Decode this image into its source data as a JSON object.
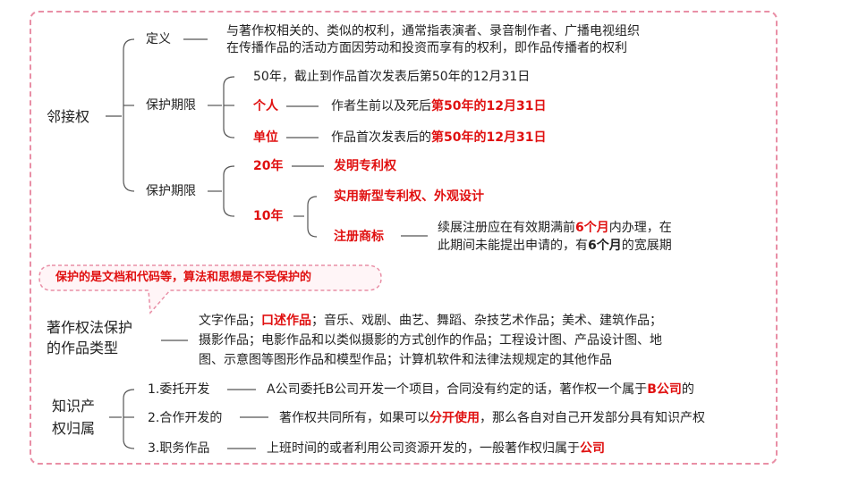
{
  "neighboring_rights": {
    "root": "邻接权",
    "definition": {
      "label": "定义",
      "line1": "与著作权相关的、类似的权利，通常指表演者、录音制作者、广播电视组织",
      "line2": "在传播作品的活动方面因劳动和投资而享有的权利，即作品传播者的权利"
    },
    "protection1": {
      "label": "保护期限",
      "general": "50年，截止到作品首次发表后第50年的12月31日",
      "individual_label": "个人",
      "individual_text": "作者生前以及死后",
      "individual_hl": "第50年的12月31日",
      "unit_label": "单位",
      "unit_text": "作品首次发表后的",
      "unit_hl": "第50年的12月31日"
    },
    "protection2": {
      "label": "保护期限",
      "y20_label": "20年",
      "y20_item": "发明专利权",
      "y10_label": "10年",
      "y10_item1": "实用新型专利权、外观设计",
      "y10_item2": "注册商标",
      "renew_a": "续展注册应在有效期满前",
      "renew_hl1": "6个月",
      "renew_b": "内办理，在",
      "renew_c": "此期间未能提出申请的，有",
      "renew_hl2": "6个月",
      "renew_d": "的宽展期"
    }
  },
  "note": "保护的是文档和代码等，算法和思想是不受保护的",
  "works_types": {
    "label_line1": "著作权法保护",
    "label_line2": "的作品类型",
    "line1_a": "文字作品；",
    "line1_hl": "口述作品",
    "line1_b": "；音乐、戏剧、曲艺、舞蹈、杂技艺术作品；美术、建筑作品；",
    "line2": "摄影作品；电影作品和以类似摄影的方式创作的作品；工程设计图、产品设计图、地",
    "line3": "图、示意图等图形作品和模型作品；计算机软件和法律法规规定的其他作品"
  },
  "ownership": {
    "label_line1": "知识产",
    "label_line2": "权归属",
    "item1_label": "1.委托开发",
    "item1_text": "A公司委托B公司开发一个项目，合同没有约定的话，著作权一个属于",
    "item1_hl": "B公司",
    "item1_tail": "的",
    "item2_label": "2.合作开发的",
    "item2_text": "著作权共同所有，如果可以",
    "item2_hl": "分开使用",
    "item2_tail": "，那么各自对自己开发部分具有知识产权",
    "item3_label": "3.职务作品",
    "item3_text": "上班时间的或者利用公司资源开发的，一般著作权归属于",
    "item3_hl": "公司"
  },
  "colors": {
    "accent_red": "#e01010",
    "frame_pink": "#e98fa6",
    "connector": "#444444"
  }
}
